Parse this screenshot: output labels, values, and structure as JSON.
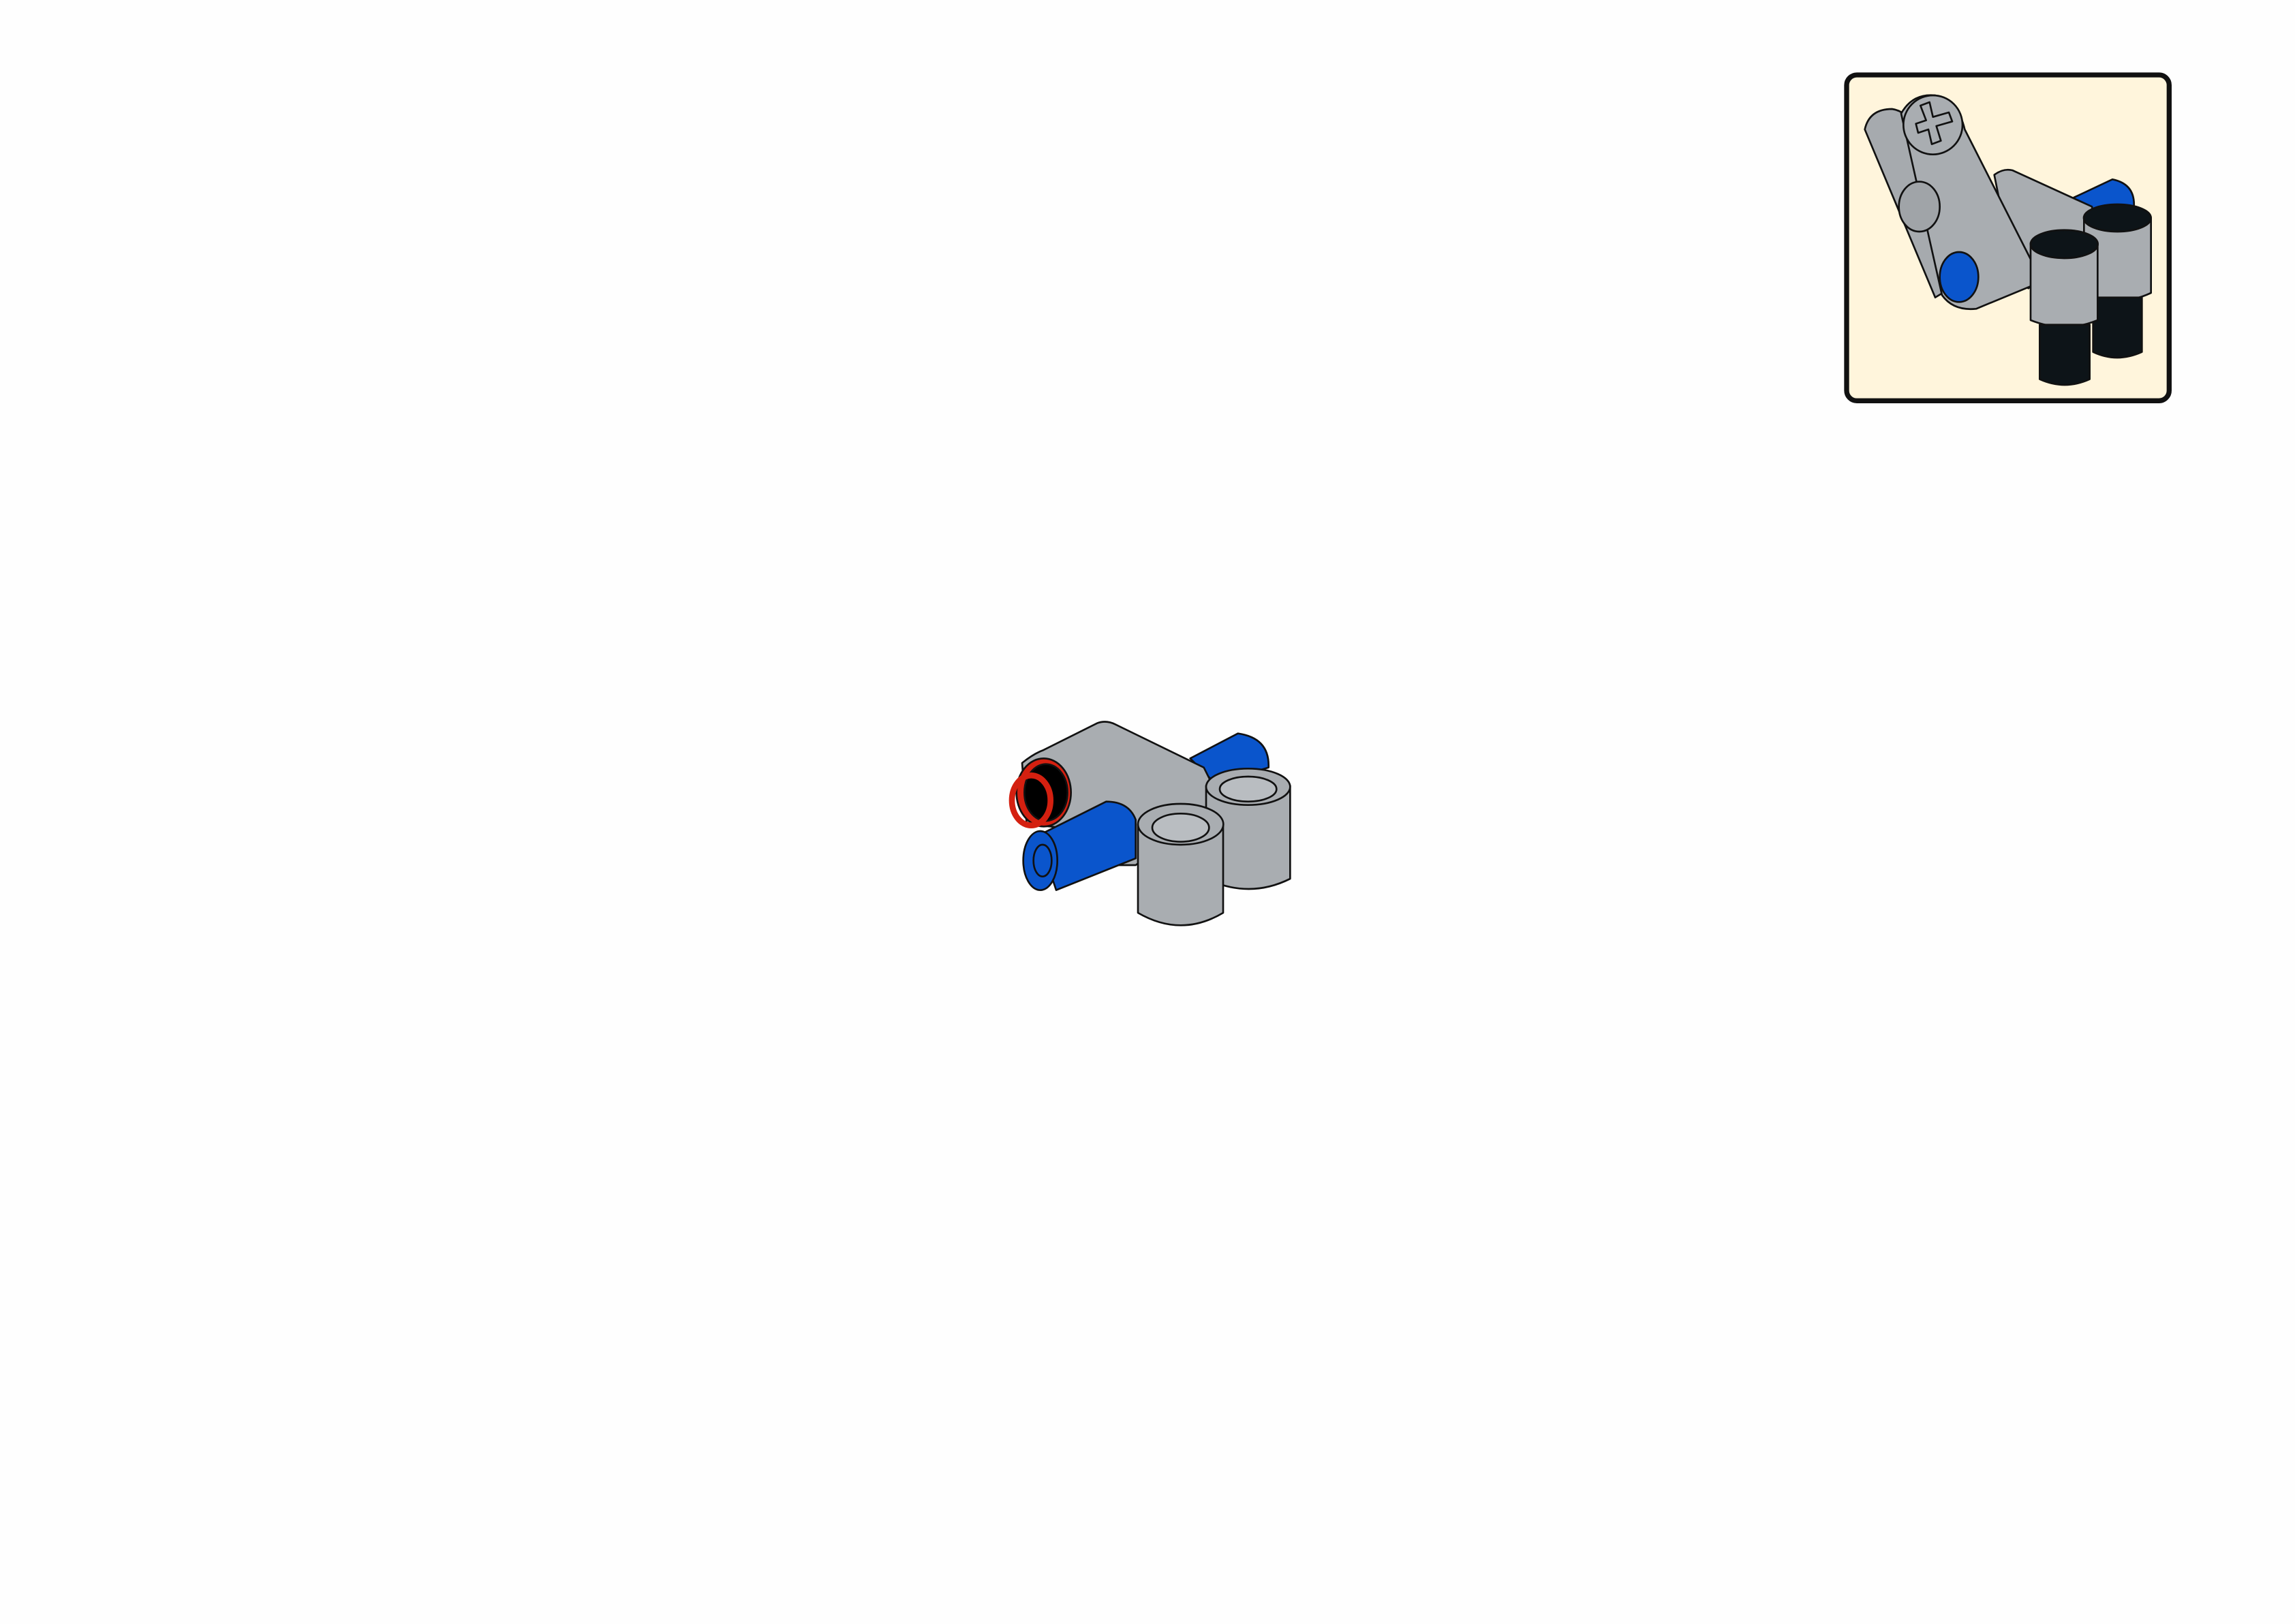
{
  "page": {
    "background": "#fefefe"
  },
  "step": {
    "model_parts": [
      "light-gray-beam-connector",
      "blue-friction-pin",
      "red-highlight-ring"
    ],
    "highlight_color": "#d42010"
  },
  "callout": {
    "background": "#fff5dc",
    "border_color": "#111111",
    "parts": [
      "light-gray-beam-connector",
      "blue-friction-pin",
      "black-friction-pin"
    ]
  },
  "colors": {
    "light_gray": "#a6aaae",
    "blue": "#0a55cc",
    "black": "#0d1418",
    "red": "#d42010"
  }
}
